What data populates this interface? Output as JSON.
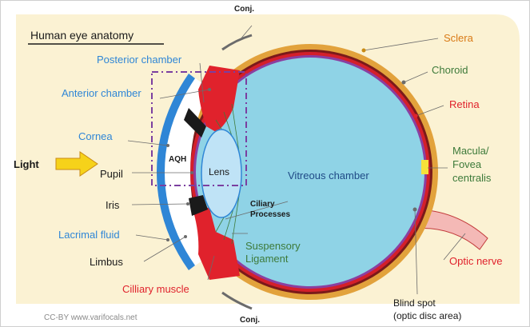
{
  "title": "Human eye anatomy",
  "credit": "CC-BY www.varifocals.net",
  "labels": {
    "conj_top": "Conj.",
    "conj_bottom": "Conj.",
    "sclera": "Sclera",
    "choroid": "Choroid",
    "retina": "Retina",
    "macula_line1": "Macula/",
    "macula_line2": "Fovea",
    "macula_line3": "centralis",
    "optic_nerve": "Optic nerve",
    "blind_spot_line1": "Blind spot",
    "blind_spot_line2": "(optic disc area)",
    "vitreous_chamber": "Vitreous chamber",
    "posterior_chamber": "Posterior chamber",
    "anterior_chamber": "Anterior chamber",
    "cornea": "Cornea",
    "light": "Light",
    "pupil": "Pupil",
    "iris": "Iris",
    "lacrimal_fluid": "Lacrimal fluid",
    "limbus": "Limbus",
    "ciliary_muscle": "Cilliary muscle",
    "aqh": "AQH",
    "lens": "Lens",
    "ciliary_processes_line1": "Ciliary",
    "ciliary_processes_line2": "Processes",
    "suspensory_line1": "Suspensory",
    "suspensory_line2": "Ligament"
  },
  "colors": {
    "background_panel": "#fbf2d3",
    "sclera": "#e2a23c",
    "choroid": "#7a1a1a",
    "retina": "#d41f2a",
    "retina_inner": "#8b3fa0",
    "vitreous": "#8fd3e6",
    "cornea": "#2f86d6",
    "lens": "#bfe3f6",
    "iris_muscle": "#e0222c",
    "highlight_box": "#7b3fa0",
    "arrow_fill": "#f6d21a",
    "blue_text": "#2f86d6",
    "red_text": "#e0222c",
    "green_text": "#3d7a3a",
    "orange_text": "#d97a16"
  }
}
